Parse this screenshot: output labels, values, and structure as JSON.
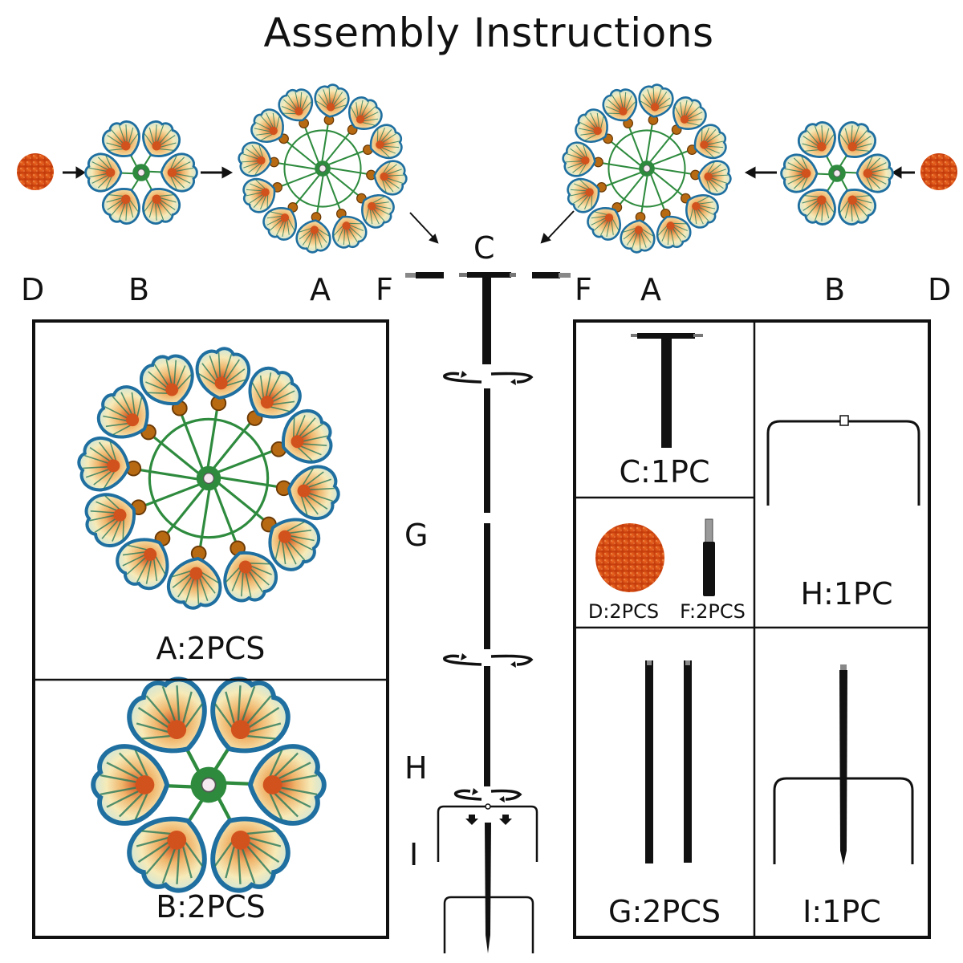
{
  "title": "Assembly Instructions",
  "assembly_labels": {
    "left": [
      "D",
      "B",
      "A",
      "F"
    ],
    "center_top": "C",
    "right": [
      "F",
      "A",
      "B",
      "D"
    ],
    "stem": [
      "G",
      "H",
      "I"
    ]
  },
  "parts": [
    {
      "id": "A",
      "caption": "A:2PCS",
      "name": "large flower spinner",
      "quantity": 2
    },
    {
      "id": "B",
      "caption": "B:2PCS",
      "name": "small flower spinner",
      "quantity": 2
    },
    {
      "id": "C",
      "caption": "C:1PC",
      "name": "T-bar top",
      "quantity": 1
    },
    {
      "id": "D",
      "caption": "D:2PCS",
      "name": "orange glitter cap",
      "quantity": 2
    },
    {
      "id": "F",
      "caption": "F:2PCS",
      "name": "connector pin",
      "quantity": 2
    },
    {
      "id": "H",
      "caption": "H:1PC",
      "name": "U-bracket",
      "quantity": 1
    },
    {
      "id": "G",
      "caption": "G:2PCS",
      "name": "pole rod",
      "quantity": 2
    },
    {
      "id": "I",
      "caption": "I:1PC",
      "name": "ground stake",
      "quantity": 1
    }
  ],
  "colors": {
    "petal_outline": "#1f6fa0",
    "petal_fill": "#f3e2a6",
    "petal_center": "#d2521e",
    "spoke_green": "#2e8b3e",
    "bead": "#b86a12",
    "cap_orange": "#d9480f",
    "line": "#111111"
  }
}
